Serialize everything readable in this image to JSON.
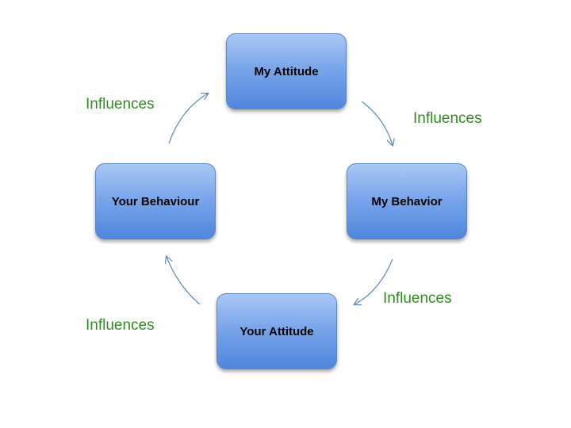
{
  "nodes": {
    "top": "My Attitude",
    "right": "My Behavior",
    "bottom": "Your Attitude",
    "left": "Your Behaviour"
  },
  "edge_labels": {
    "top_left": "Influences",
    "top_right": "Influences",
    "bottom_right": "Influences",
    "bottom_left": "Influences"
  },
  "colors": {
    "node_fill": "#7aa6ea",
    "node_border": "#5a86c8",
    "label_text": "#2e8b1e",
    "arrow": "#5b87c6"
  }
}
